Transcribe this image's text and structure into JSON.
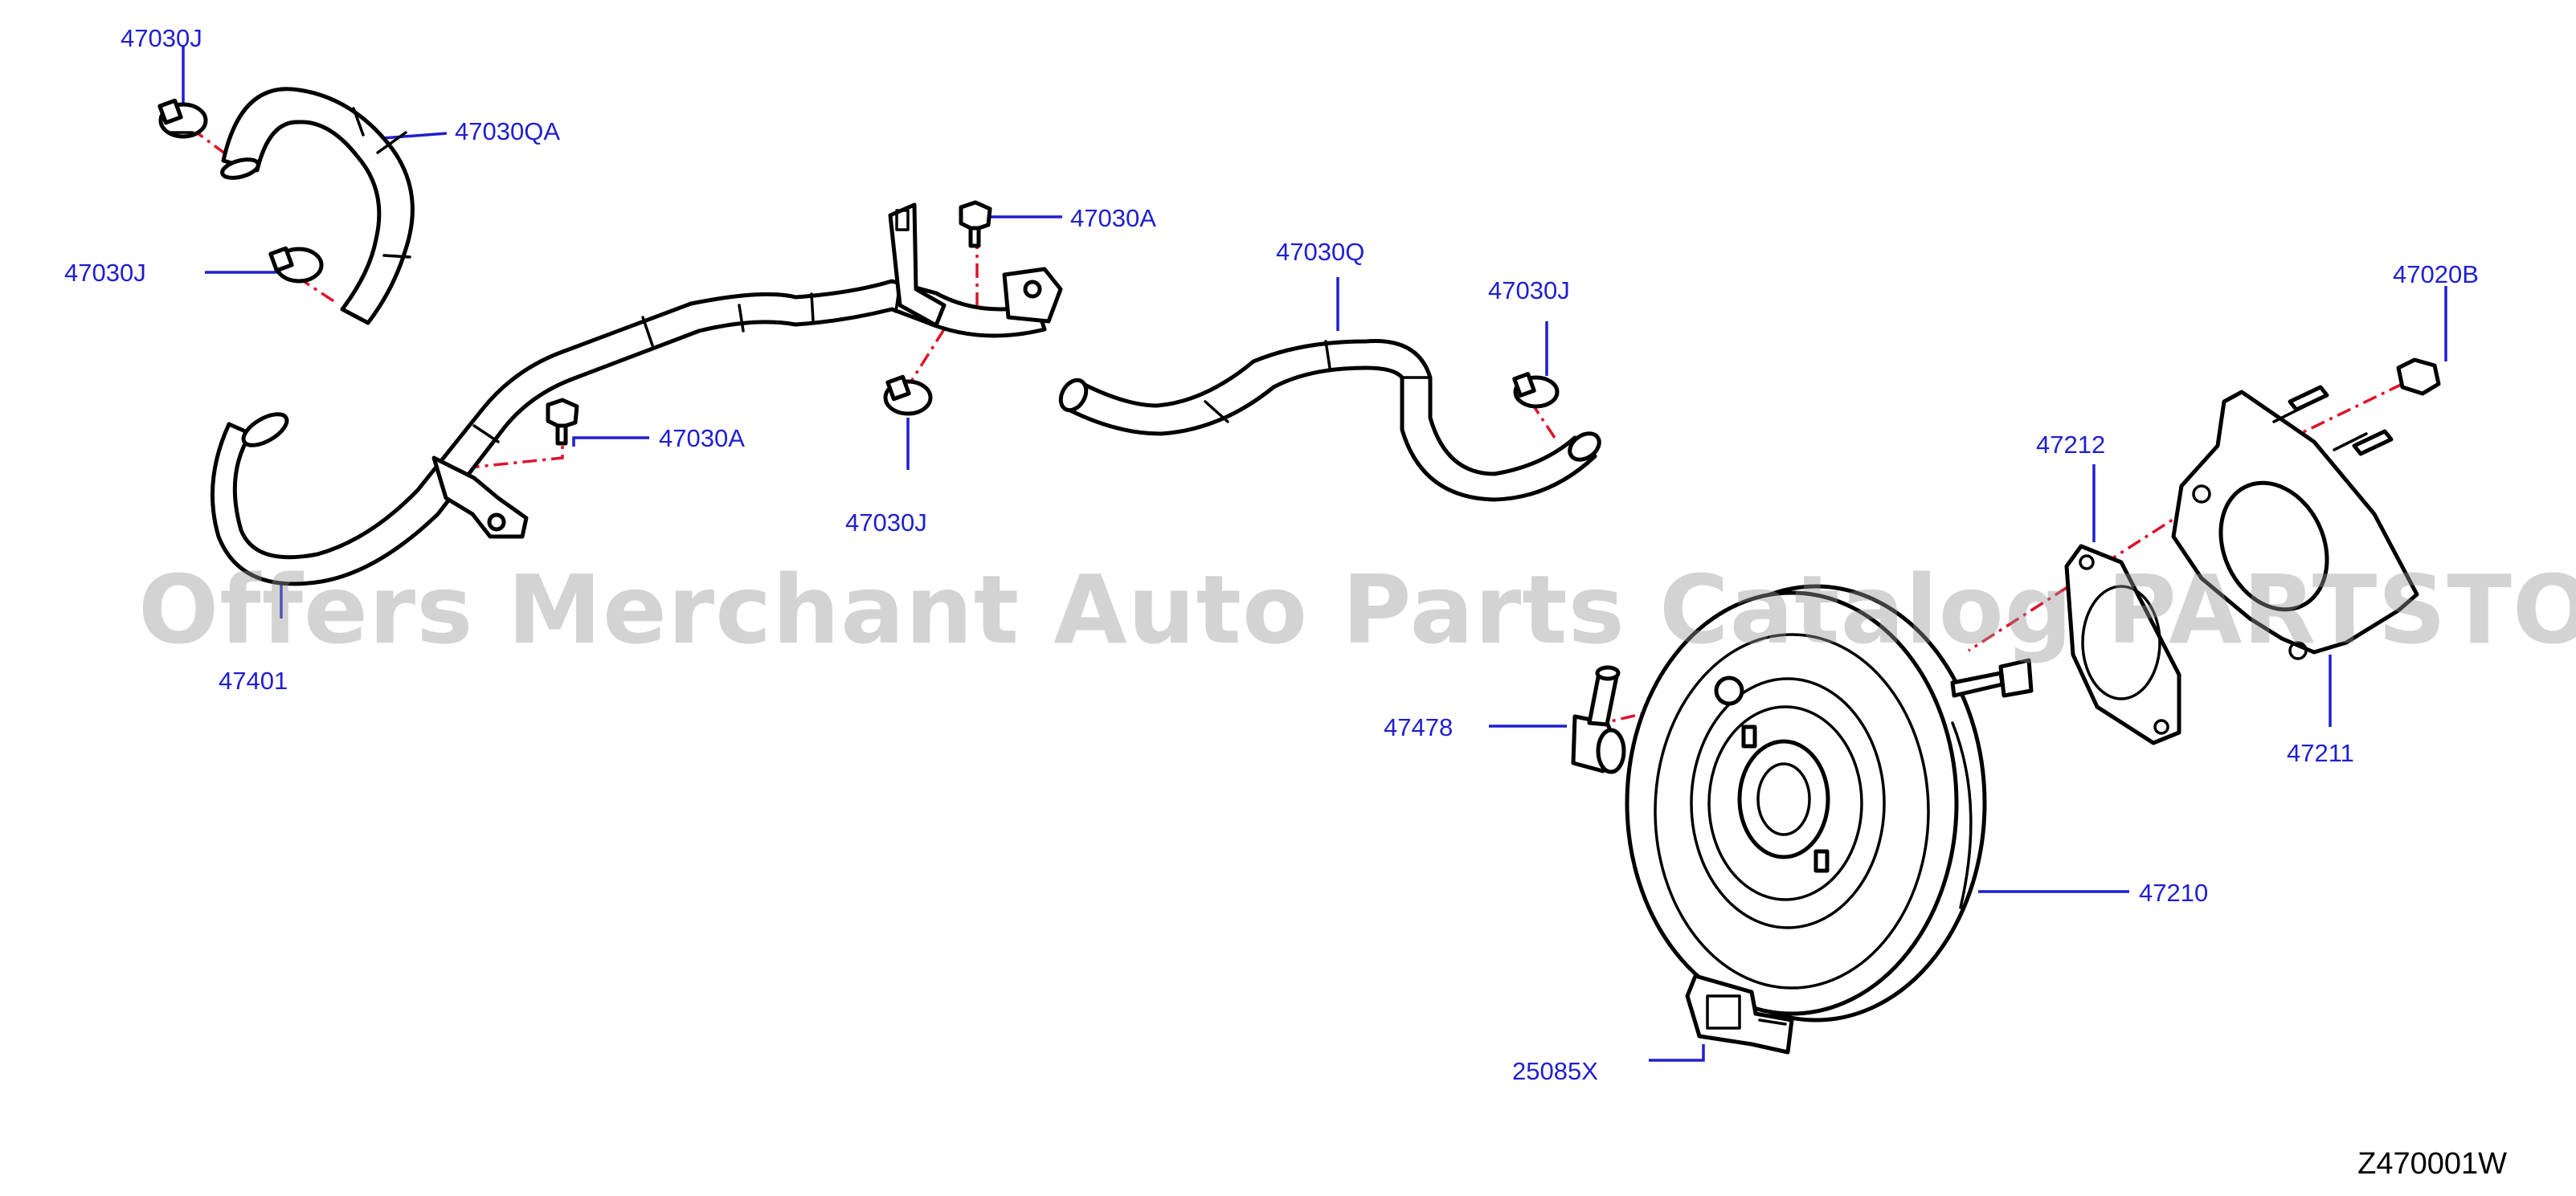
{
  "diagram": {
    "watermark": "Offers Merchant Auto Parts Catalog PARTSTORE.SA",
    "drawing_code": "Z470001W",
    "callouts": {
      "clamp_top": "47030J",
      "hose_top": "47030QA",
      "clamp_left": "47030J",
      "bolt_upper": "47030A",
      "bolt_lower": "47030A",
      "clamp_mid": "47030J",
      "hose_mid": "47030Q",
      "clamp_right": "47030J",
      "nut": "47020B",
      "gasket": "47212",
      "pipe": "47401",
      "check_valve": "47478",
      "plate": "47211",
      "booster": "47210",
      "sensor": "25085X"
    }
  }
}
